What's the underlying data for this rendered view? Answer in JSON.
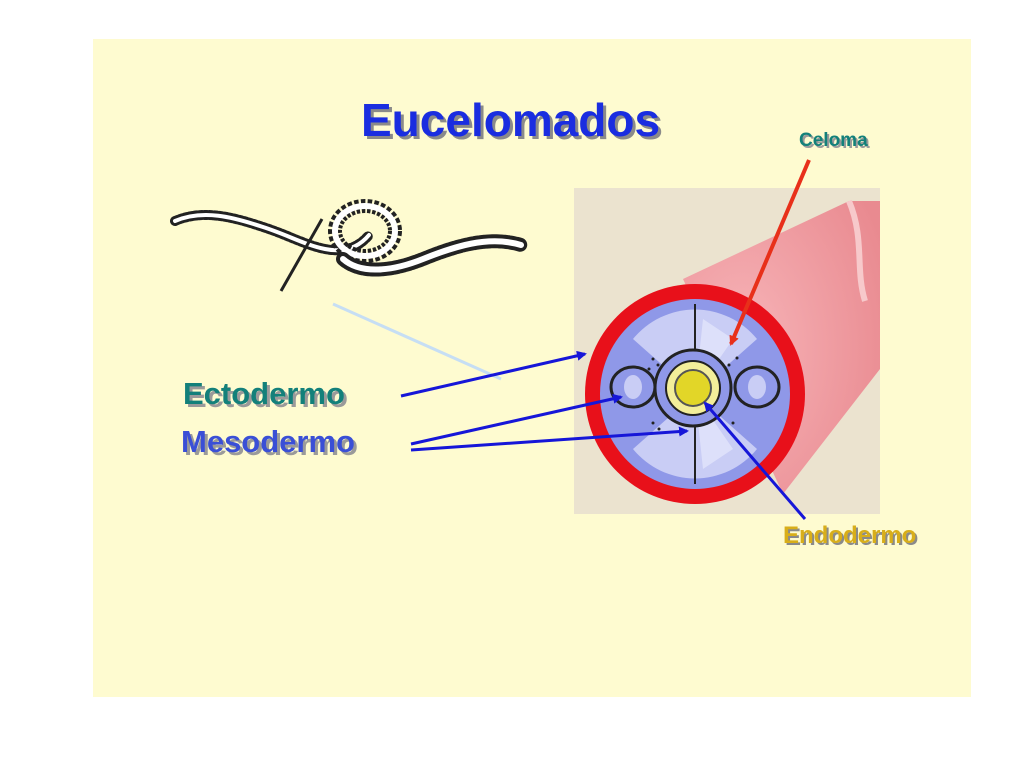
{
  "slide": {
    "title": "Eucelomados",
    "labels": {
      "celoma": "Celoma",
      "ectodermo": "Ectodermo",
      "mesodermo": "Mesodermo",
      "endodermo": "Endodermo"
    },
    "colors": {
      "background": "#fefbd0",
      "title": "#1a2de0",
      "celoma_label": "#13807a",
      "ectodermo_label": "#13807a",
      "mesodermo_label": "#3a4fd6",
      "endodermo_label": "#d8ae1a",
      "ectoderm_ring": "#e8101a",
      "mesoderm": "#8f98e8",
      "endoderm": "#e2d628",
      "body_tube": "#f5a3a8",
      "celoma_arrow": "#e8301a",
      "label_arrows": "#1616d8"
    }
  }
}
